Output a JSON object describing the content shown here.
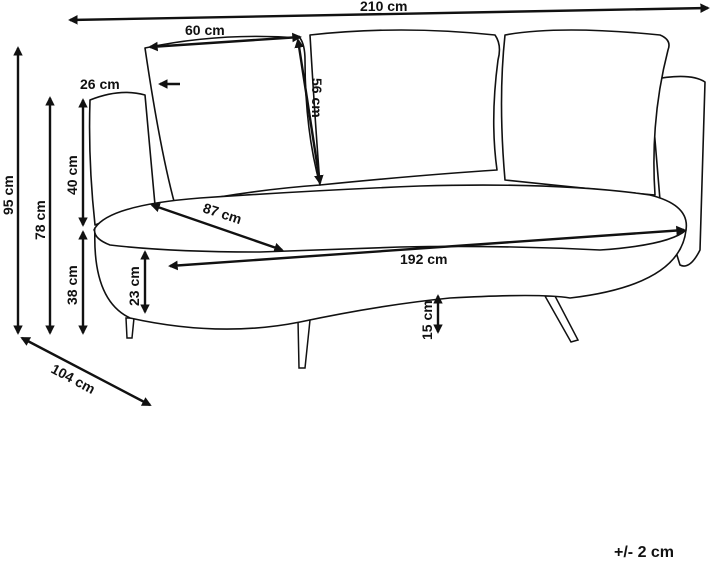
{
  "diagram": {
    "subject": "sofa-dimensions",
    "labels": {
      "total_width": "210 cm",
      "cushion_width": "60 cm",
      "armrest_width": "26 cm",
      "cushion_height": "56 cm",
      "total_height": "95 cm",
      "back_height": "78 cm",
      "backrest_height": "40 cm",
      "seat_height": "38 cm",
      "seat_depth": "87 cm",
      "seat_width": "192 cm",
      "base_height": "23 cm",
      "leg_height": "15 cm",
      "total_depth": "104 cm"
    },
    "tolerance": "+/- 2 cm"
  }
}
